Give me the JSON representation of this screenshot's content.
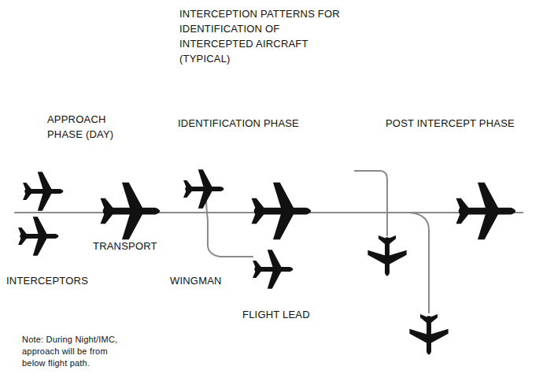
{
  "diagram": {
    "title": "INTERCEPTION PATTERNS FOR IDENTIFICATION OF INTERCEPTED AIRCRAFT (TYPICAL)",
    "labels": [
      "APPROACH PHASE (DAY)",
      "IDENTIFICATION PHASE",
      "POST INTERCEPT PHASE",
      "TRANSPORT",
      "INTERCEPTORS",
      "WINGMAN",
      "FLIGHT LEAD",
      "Note: During Night/IMC, approach will be from below flight path."
    ]
  }
}
